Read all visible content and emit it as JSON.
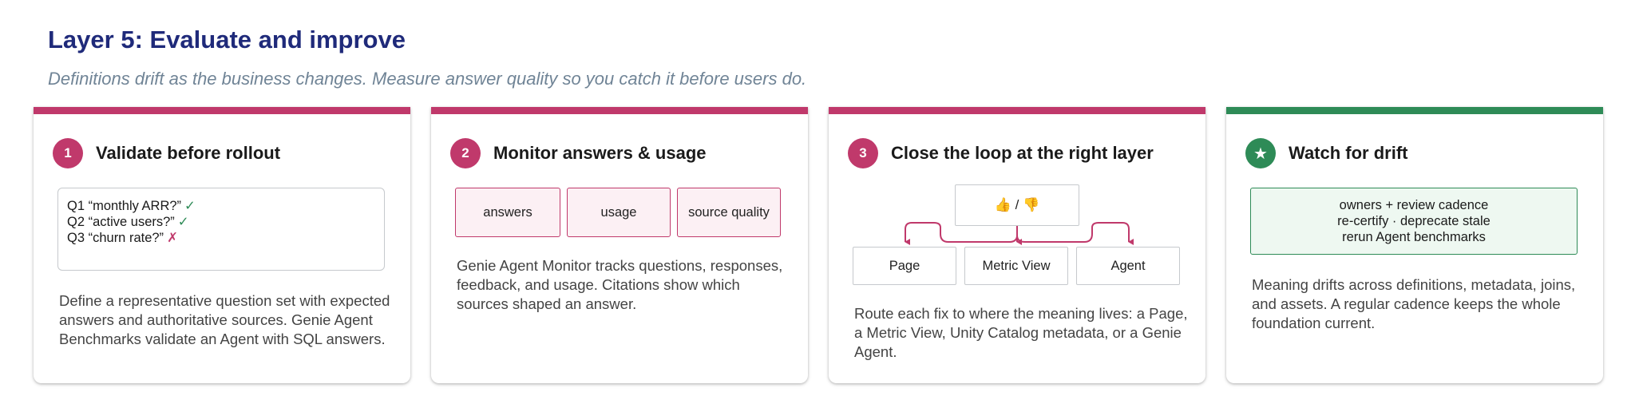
{
  "header": {
    "title": "Layer 5: Evaluate and improve",
    "subtitle": "Definitions drift as the business changes. Measure answer quality so you catch it before users do."
  },
  "colors": {
    "accent": "#c0396b",
    "green": "#2e8b57",
    "title": "#1f2a7a",
    "subtitle": "#708496"
  },
  "cards": [
    {
      "badge": "1",
      "title": "Validate before rollout",
      "questions": [
        {
          "text": "Q1 “monthly ARR?”",
          "mark": "✓"
        },
        {
          "text": "Q2 “active users?”",
          "mark": "✓"
        },
        {
          "text": "Q3 “churn rate?”",
          "mark": "✗"
        }
      ],
      "description": "Define a representative question set with expected answers and authoritative sources. Genie Agent Benchmarks validate an Agent with SQL answers."
    },
    {
      "badge": "2",
      "title": "Monitor answers & usage",
      "metrics": [
        "answers",
        "usage",
        "source quality"
      ],
      "description": "Genie Agent Monitor tracks questions, responses, feedback, and usage. Citations show which sources shaped an answer."
    },
    {
      "badge": "3",
      "title": "Close the loop at the right layer",
      "feedback": "👍 / 👎",
      "layers": [
        "Page",
        "Metric View",
        "Agent"
      ],
      "description": "Route each fix to where the meaning lives: a Page, a Metric View, Unity Catalog metadata, or a Genie Agent."
    },
    {
      "badge": "★",
      "title": "Watch for drift",
      "drift_lines": [
        "owners + review cadence",
        "re-certify · deprecate stale",
        "rerun Agent benchmarks"
      ],
      "description": "Meaning drifts across definitions, metadata, joins, and assets. A regular cadence keeps the whole foundation current."
    }
  ]
}
